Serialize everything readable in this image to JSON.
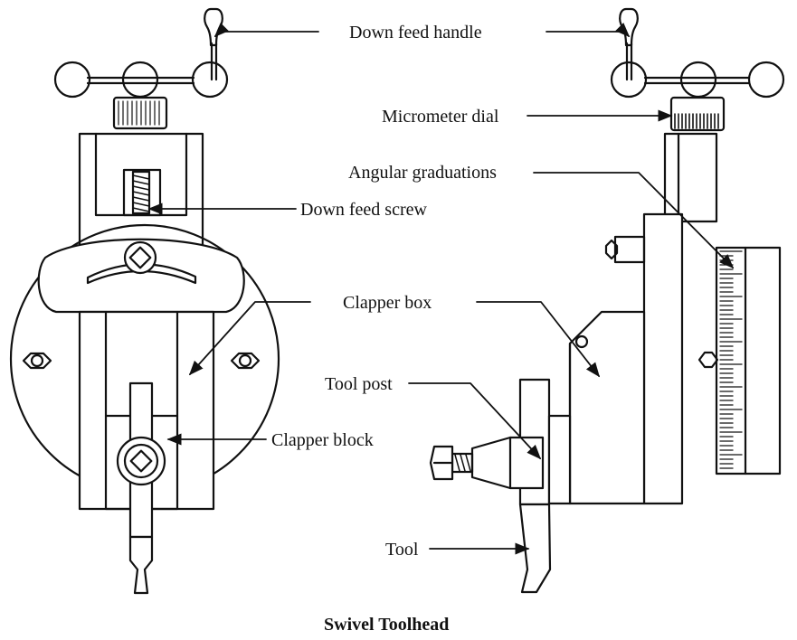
{
  "title": "Swivel Toolhead",
  "labels": {
    "down_feed_handle": "Down feed handle",
    "micrometer_dial": "Micrometer dial",
    "angular_graduations": "Angular graduations",
    "down_feed_screw": "Down feed screw",
    "clapper_box": "Clapper box",
    "tool_post": "Tool post",
    "clapper_block": "Clapper block",
    "tool": "Tool"
  },
  "colors": {
    "ink": "#111111",
    "background": "#ffffff"
  }
}
